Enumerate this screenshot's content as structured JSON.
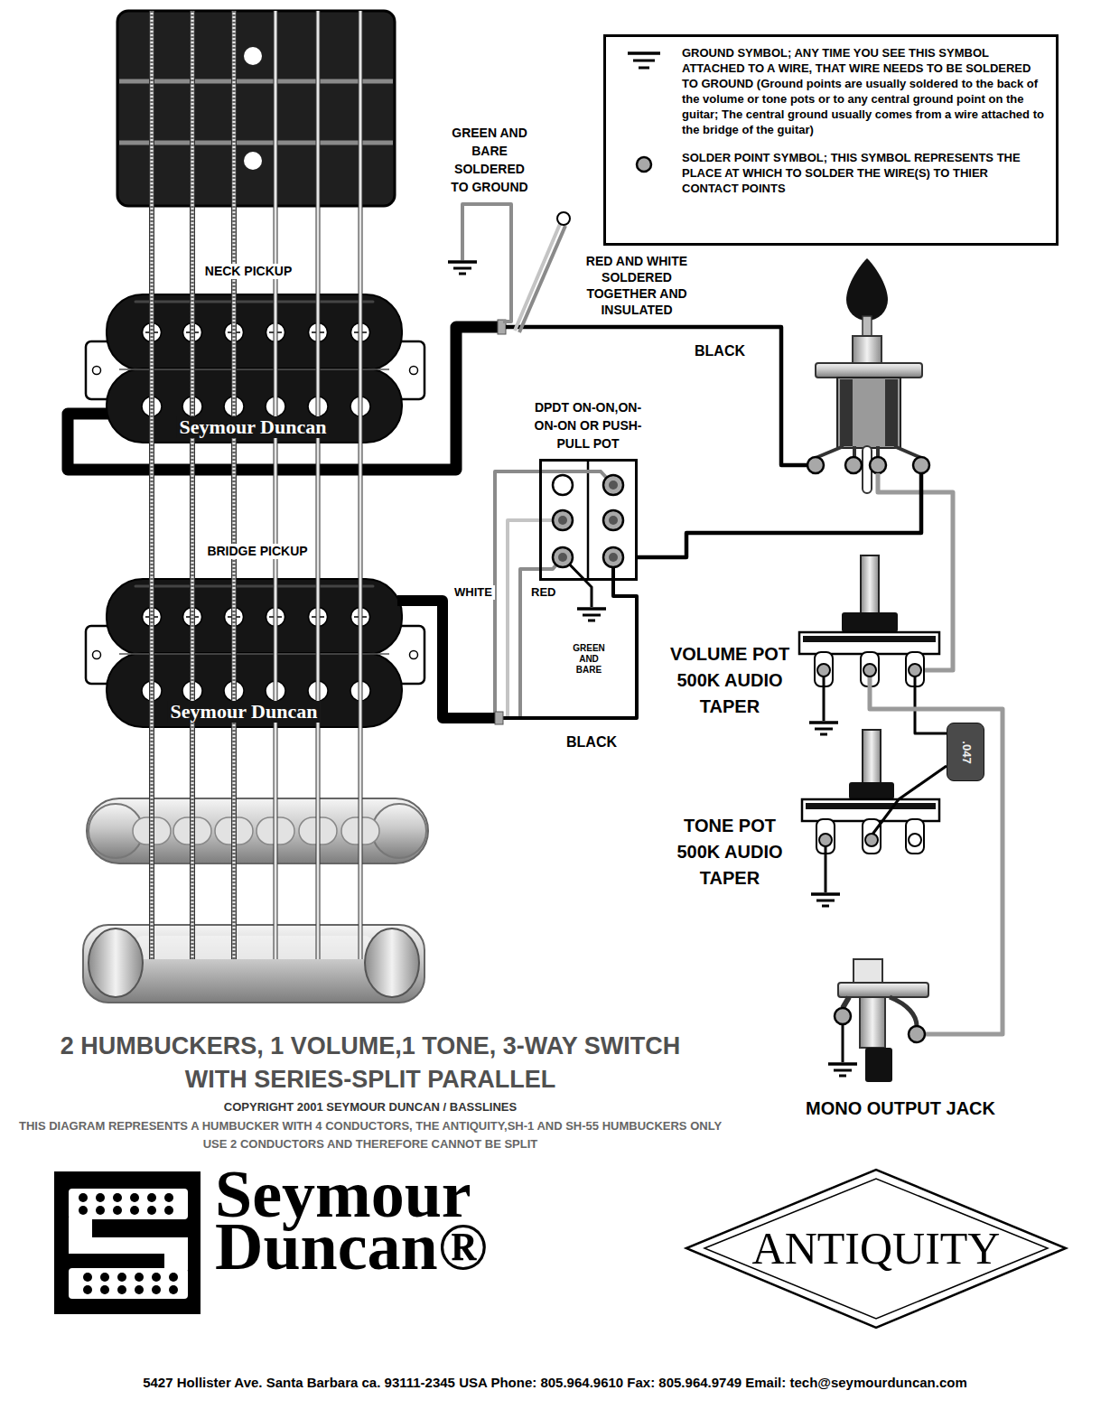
{
  "diagram": {
    "title": "2 HUMBUCKERS, 1 VOLUME,1 TONE, 3-WAY SWITCH WITH SERIES-SPLIT PARALLEL",
    "nodes": [
      {
        "text": [
          "NECK PICKUP",
          "Seymour Duncan"
        ]
      },
      {
        "text": [
          "BRIDGE PICKUP",
          "Seymour Duncan"
        ]
      },
      {
        "text": [
          "DPDT ON-ON,ON-ON-ON OR PUSH-PULL POT"
        ]
      },
      {
        "text": [
          "VOLUME POT 500K AUDIO TAPER"
        ]
      },
      {
        "text": [
          ".047"
        ]
      },
      {
        "text": [
          "TONE POT 500K AUDIO TAPER"
        ]
      },
      {
        "text": [
          "MONO OUTPUT JACK"
        ]
      }
    ],
    "edges": [
      {
        "from": 1,
        "to": 2,
        "arrow": "none",
        "label": "WHITE"
      },
      {
        "from": 1,
        "to": 2,
        "arrow": "none",
        "label": "RED"
      },
      {
        "from": 1,
        "to": 2,
        "arrow": "none",
        "label": "BLACK"
      },
      {
        "from": 3,
        "to": 4,
        "arrow": "none"
      },
      {
        "from": 4,
        "to": 5,
        "arrow": "none"
      },
      {
        "from": 3,
        "to": 6,
        "arrow": "none"
      }
    ],
    "labels": [
      "GREEN AND BARE SOLDERED TO GROUND",
      "RED AND WHITE SOLDERED TOGETHER AND INSULATED",
      "BLACK",
      "GREEN AND BARE",
      "COPYRIGHT 2001 SEYMOUR DUNCAN / BASSLINES",
      "THIS DIAGRAM REPRESENTS A HUMBUCKER WITH 4 CONDUCTORS, THE ANTIQUITY,SH-1 AND SH-55 HUMBUCKERS ONLY USE 2 CONDUCTORS AND THEREFORE CANNOT BE SPLIT",
      "Seymour Duncan®",
      "ANTIQUITY",
      "5427 Hollister Ave. Santa Barbara ca. 93111-2345 USA Phone: 805.964.9610 Fax: 805.964.9749 Email: tech@seymourduncan.com"
    ],
    "legend": [
      {
        "text": "GROUND SYMBOL; ANY TIME YOU SEE THIS SYMBOL ATTACHED TO A WIRE, THAT WIRE NEEDS TO BE SOLDERED TO GROUND (Ground points are usually soldered to the back of the volume or tone pots or to any central ground point on the guitar; The central ground usually comes from a wire attached to the bridge of the guitar)"
      },
      {
        "text": "SOLDER POINT SYMBOL; THIS SYMBOL REPRESENTS THE PLACE AT WHICH TO SOLDER THE WIRE(S) TO THIER CONTACT POINTS"
      }
    ]
  }
}
